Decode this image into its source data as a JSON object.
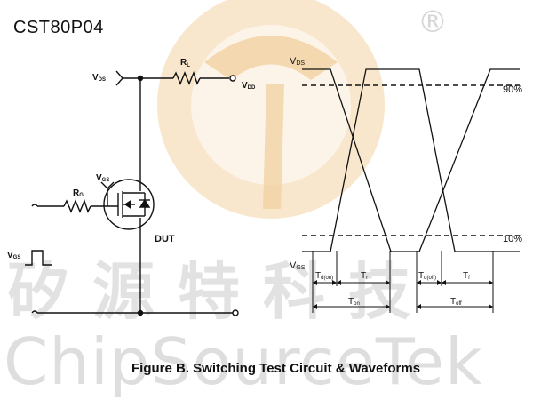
{
  "part_number": "CST80P04",
  "figure_caption": "Figure B. Switching Test Circuit & Waveforms",
  "watermark": {
    "brand_cn": "矽源特科技",
    "brand_en": "ChipSourceTek",
    "registered_mark": "®"
  },
  "circuit": {
    "vds_label": {
      "main": "V",
      "sub": "DS"
    },
    "rl_label": {
      "main": "R",
      "sub": "L"
    },
    "vdd_label": {
      "main": "V",
      "sub": "DD"
    },
    "vgs_probe_label": {
      "main": "V",
      "sub": "GS"
    },
    "rg_label": {
      "main": "R",
      "sub": "G"
    },
    "dut_label": "DUT",
    "vgs_source_label": {
      "main": "V",
      "sub": "GS"
    }
  },
  "waveform": {
    "vds_label": {
      "main": "V",
      "sub": "DS"
    },
    "vgs_label": {
      "main": "V",
      "sub": "GS"
    },
    "level_90": "90%",
    "level_10": "10%",
    "td_on": {
      "main": "T",
      "sub": "d(on)"
    },
    "tr": {
      "main": "T",
      "sub": "r"
    },
    "ton": {
      "main": "T",
      "sub": "on"
    },
    "td_off": {
      "main": "T",
      "sub": "d(off)"
    },
    "tf": {
      "main": "T",
      "sub": "f"
    },
    "toff": {
      "main": "T",
      "sub": "off"
    }
  },
  "colors": {
    "ink": "#111111",
    "watermark_text": "#d9d9d9",
    "watermark_logo": "#f3d9b3",
    "watermark_logo_inner": "#f8e6c8"
  }
}
